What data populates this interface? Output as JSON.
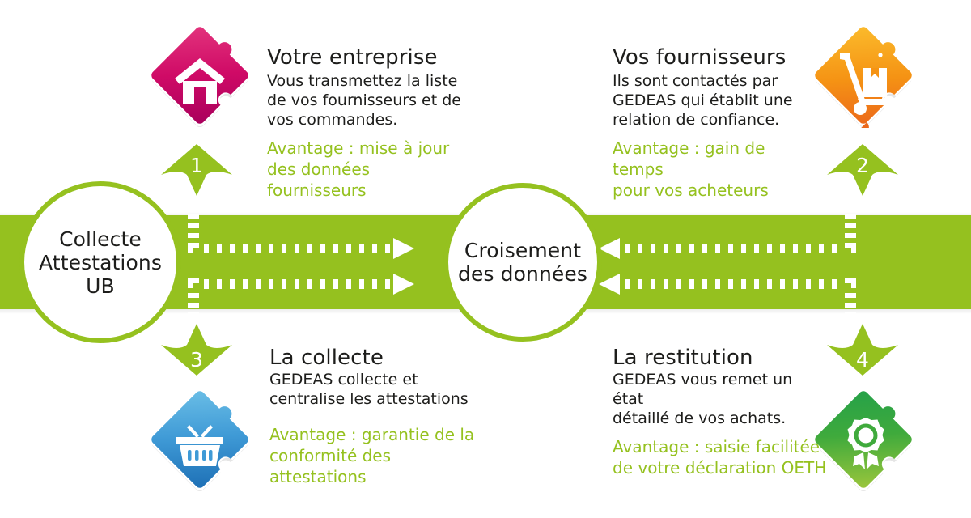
{
  "theme": {
    "green": "#95c11f",
    "dark_text": "#1d1d1b",
    "pink": "#d6006d",
    "orange": "#f39200",
    "blue": "#3d9bd9",
    "green_icon": "#3aaa35"
  },
  "hubs": {
    "left": {
      "name": "collecte-attestations-ub",
      "lines": [
        "Collecte",
        "Attestations",
        "UB"
      ]
    },
    "middle": {
      "name": "croisement-des-donnees",
      "lines": [
        "Croisement",
        "des données"
      ]
    }
  },
  "steps": [
    {
      "number": "1",
      "direction": "down",
      "icon": "house-icon",
      "icon_color": "#d6006d",
      "title": "Votre entreprise",
      "body": [
        "Vous transmettez la liste",
        "de vos fournisseurs et de",
        "vos commandes."
      ],
      "advantage": [
        "Avantage : mise à jour",
        "des données fournisseurs"
      ]
    },
    {
      "number": "2",
      "direction": "down",
      "icon": "hand-truck-icon",
      "icon_color": "#f39200",
      "title": "Vos fournisseurs",
      "body": [
        "Ils sont contactés par",
        "GEDEAS qui établit une",
        "relation de confiance."
      ],
      "advantage": [
        "Avantage : gain de temps",
        "pour vos acheteurs"
      ]
    },
    {
      "number": "3",
      "direction": "up",
      "icon": "shopping-basket-icon",
      "icon_color": "#3d9bd9",
      "title": "La collecte",
      "body": [
        "GEDEAS collecte et",
        "centralise les attestations"
      ],
      "advantage": [
        "Avantage : garantie de la",
        "conformité des attestations"
      ]
    },
    {
      "number": "4",
      "direction": "up",
      "icon": "award-rosette-icon",
      "icon_color": "#3aaa35",
      "title": "La restitution",
      "body": [
        "GEDEAS vous remet un état",
        "détaillé de vos achats."
      ],
      "advantage": [
        "Avantage : saisie facilitée",
        "de votre déclaration OETH"
      ]
    }
  ],
  "flow": {
    "left_arrows_direction": "right",
    "right_arrows_direction": "left",
    "arrow_count_per_side": 2,
    "style": "dashed-white"
  }
}
